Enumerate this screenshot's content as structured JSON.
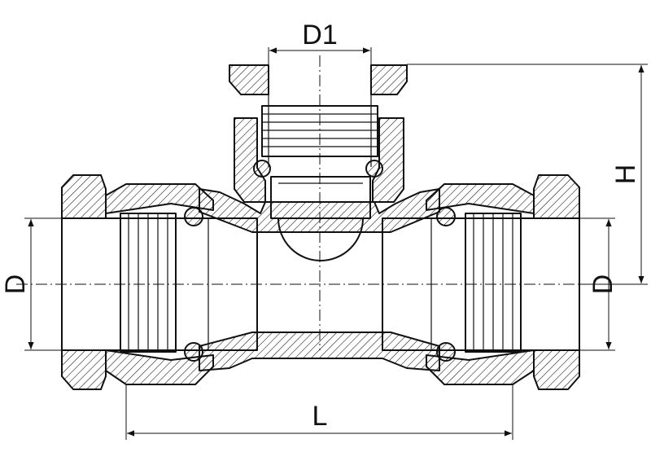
{
  "labels": {
    "d1": "D1",
    "h": "H",
    "d_left": "D",
    "d_right": "D",
    "l": "L"
  }
}
